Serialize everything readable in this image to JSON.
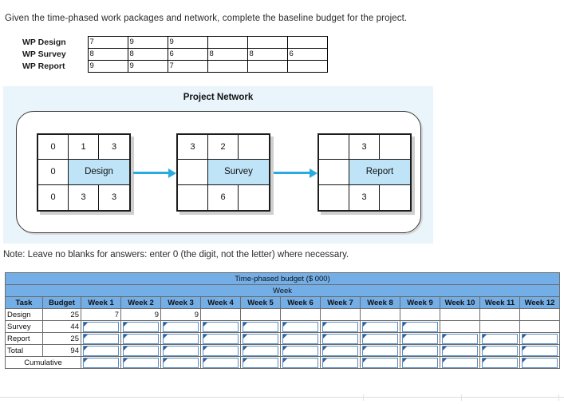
{
  "prompt": "Given the time-phased work packages and network, complete the baseline budget for the project.",
  "note": "Note: Leave no blanks for answers: enter 0 (the digit, not the letter) where necessary.",
  "work_packages": {
    "rows": [
      {
        "label": "WP Design",
        "cells": [
          "7",
          "9",
          "9",
          "",
          "",
          ""
        ]
      },
      {
        "label": "WP Survey",
        "cells": [
          "8",
          "8",
          "6",
          "8",
          "8",
          "6"
        ]
      },
      {
        "label": "WP Report",
        "cells": [
          "9",
          "9",
          "7",
          "",
          "",
          ""
        ]
      }
    ]
  },
  "network": {
    "title": "Project Network",
    "accent_color": "#29abe2",
    "panel_color": "#e9f4fb",
    "node_fill_color": "#bfe4f7",
    "nodes": [
      {
        "name": "Design",
        "top": [
          "0",
          "1",
          "3"
        ],
        "middle_left": "0",
        "bottom": [
          "0",
          "3",
          "3"
        ]
      },
      {
        "name": "Survey",
        "top": [
          "3",
          "2",
          ""
        ],
        "middle_left": "",
        "bottom": [
          "",
          "6",
          ""
        ]
      },
      {
        "name": "Report",
        "top": [
          "",
          "3",
          ""
        ],
        "middle_left": "",
        "bottom": [
          "",
          "3",
          ""
        ]
      }
    ]
  },
  "budget_table": {
    "title": "Time-phased budget ($ 000)",
    "week_group_label": "Week",
    "header_color": "#74aee6",
    "columns": [
      "Task",
      "Budget",
      "Week 1",
      "Week 2",
      "Week 3",
      "Week 4",
      "Week 5",
      "Week 6",
      "Week 7",
      "Week 8",
      "Week 9",
      "Week 10",
      "Week 11",
      "Week 12"
    ],
    "rows": [
      {
        "task": "Design",
        "budget": "25",
        "weeks": [
          "7",
          "9",
          "9",
          "",
          "",
          "",
          "",
          "",
          "",
          "",
          "",
          ""
        ],
        "inputs": [
          false,
          false,
          false,
          false,
          false,
          false,
          false,
          false,
          false,
          false,
          false,
          false
        ]
      },
      {
        "task": "Survey",
        "budget": "44",
        "weeks": [
          "",
          "",
          "",
          "",
          "",
          "",
          "",
          "",
          "",
          "",
          "",
          ""
        ],
        "inputs": [
          true,
          true,
          true,
          true,
          true,
          true,
          true,
          true,
          true,
          false,
          false,
          false
        ]
      },
      {
        "task": "Report",
        "budget": "25",
        "weeks": [
          "",
          "",
          "",
          "",
          "",
          "",
          "",
          "",
          "",
          "",
          "",
          ""
        ],
        "inputs": [
          true,
          true,
          true,
          true,
          true,
          true,
          true,
          true,
          true,
          true,
          true,
          true
        ]
      },
      {
        "task": "Total",
        "budget": "94",
        "weeks": [
          "",
          "",
          "",
          "",
          "",
          "",
          "",
          "",
          "",
          "",
          "",
          ""
        ],
        "inputs": [
          true,
          true,
          true,
          true,
          true,
          true,
          true,
          true,
          true,
          true,
          true,
          true
        ]
      },
      {
        "task": "Cumulative",
        "budget": "",
        "weeks": [
          "",
          "",
          "",
          "",
          "",
          "",
          "",
          "",
          "",
          "",
          "",
          ""
        ],
        "inputs": [
          true,
          true,
          true,
          true,
          true,
          true,
          true,
          true,
          true,
          true,
          true,
          true
        ],
        "label_spans_budget": true
      }
    ]
  }
}
